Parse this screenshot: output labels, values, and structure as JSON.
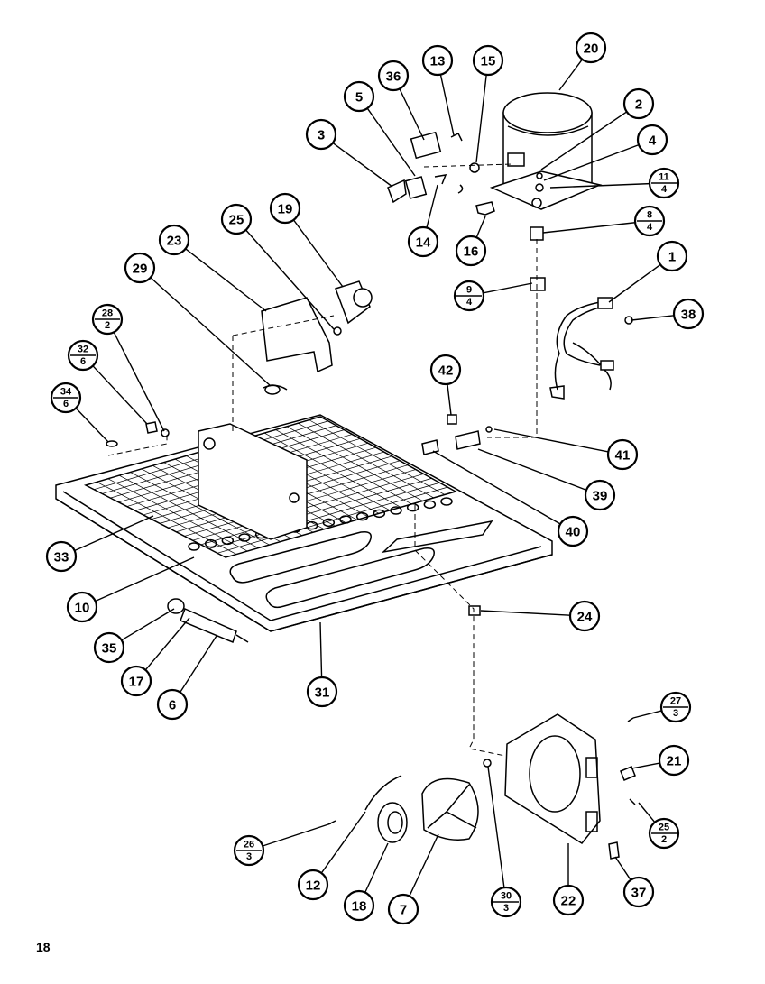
{
  "page_number": "18",
  "callouts": [
    {
      "id": "20",
      "label": "20"
    },
    {
      "id": "2",
      "label": "2"
    },
    {
      "id": "4",
      "label": "4"
    },
    {
      "id": "11-4",
      "num": "11",
      "den": "4"
    },
    {
      "id": "8-4",
      "num": "8",
      "den": "4"
    },
    {
      "id": "15",
      "label": "15"
    },
    {
      "id": "13",
      "label": "13"
    },
    {
      "id": "36",
      "label": "36"
    },
    {
      "id": "5",
      "label": "5"
    },
    {
      "id": "3",
      "label": "3"
    },
    {
      "id": "14",
      "label": "14"
    },
    {
      "id": "16",
      "label": "16"
    },
    {
      "id": "1",
      "label": "1"
    },
    {
      "id": "38",
      "label": "38"
    },
    {
      "id": "9-4",
      "num": "9",
      "den": "4"
    },
    {
      "id": "19",
      "label": "19"
    },
    {
      "id": "25",
      "label": "25"
    },
    {
      "id": "23",
      "label": "23"
    },
    {
      "id": "29",
      "label": "29"
    },
    {
      "id": "28-2",
      "num": "28",
      "den": "2"
    },
    {
      "id": "32-6",
      "num": "32",
      "den": "6"
    },
    {
      "id": "34-6",
      "num": "34",
      "den": "6"
    },
    {
      "id": "42",
      "label": "42"
    },
    {
      "id": "41",
      "label": "41"
    },
    {
      "id": "39",
      "label": "39"
    },
    {
      "id": "40",
      "label": "40"
    },
    {
      "id": "33",
      "label": "33"
    },
    {
      "id": "10",
      "label": "10"
    },
    {
      "id": "24",
      "label": "24"
    },
    {
      "id": "35",
      "label": "35"
    },
    {
      "id": "17",
      "label": "17"
    },
    {
      "id": "6",
      "label": "6"
    },
    {
      "id": "31",
      "label": "31"
    },
    {
      "id": "27-3",
      "num": "27",
      "den": "3"
    },
    {
      "id": "21",
      "label": "21"
    },
    {
      "id": "25-2",
      "num": "25",
      "den": "2"
    },
    {
      "id": "26-3",
      "num": "26",
      "den": "3"
    },
    {
      "id": "12",
      "label": "12"
    },
    {
      "id": "18",
      "label": "18"
    },
    {
      "id": "7",
      "label": "7"
    },
    {
      "id": "30-3",
      "num": "30",
      "den": "3"
    },
    {
      "id": "22",
      "label": "22"
    },
    {
      "id": "37",
      "label": "37"
    }
  ]
}
